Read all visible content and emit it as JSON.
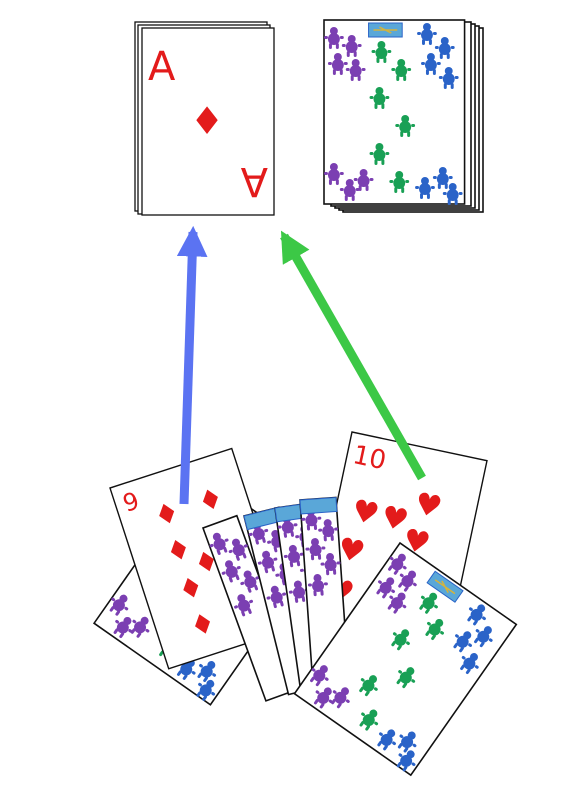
{
  "diagram": {
    "discard_pile": {
      "top_card": {
        "rank": "A",
        "suit": "diamonds",
        "suit_symbol": "♦",
        "color": "#e31b1b"
      },
      "stacked_cards": 3
    },
    "draw_pile": {
      "face": "down",
      "stacked_cards": 5
    },
    "hand": {
      "face_up_cards": [
        {
          "rank": "9",
          "suit": "diamonds",
          "suit_symbol": "♦",
          "color": "#e31b1b"
        },
        {
          "rank": "10",
          "suit": "hearts",
          "suit_symbol": "♥",
          "color": "#e31b1b"
        }
      ],
      "face_down_cards": 5
    },
    "arrows": [
      {
        "from": "nine-of-diamonds",
        "to": "discard-pile",
        "color": "#5b73f2"
      },
      {
        "from": "ten-of-hearts",
        "to": "draw-pile",
        "color": "#3cc846"
      }
    ],
    "card_back": {
      "purple": "#7b3fb2",
      "green": "#19a055",
      "blue": "#2a63c8",
      "emblem": "#5aa7d8"
    }
  }
}
